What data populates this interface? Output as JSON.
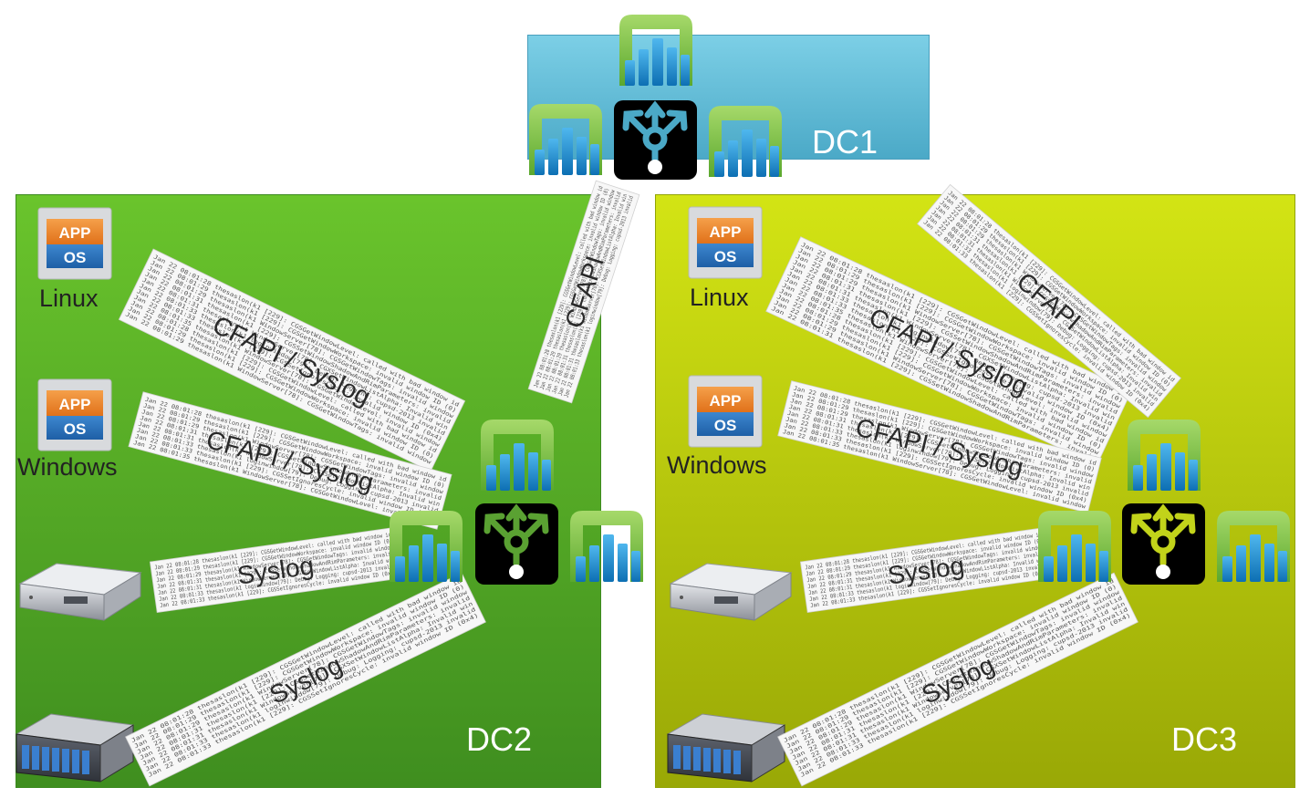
{
  "diagram": {
    "datacenters": {
      "dc1": {
        "label": "DC1"
      },
      "dc2": {
        "label": "DC2"
      },
      "dc3": {
        "label": "DC3"
      }
    },
    "sources": {
      "linux": {
        "app": "APP",
        "os": "OS",
        "label": "Linux"
      },
      "windows": {
        "app": "APP",
        "os": "OS",
        "label": "Windows"
      }
    },
    "streams": {
      "cfapi_syslog": "CFAPI / Syslog",
      "syslog": "Syslog",
      "cfapi": "CFAPI"
    },
    "log_sample_lines": [
      "Jan 22 08:01:28 thesaslon(k1 [229]: CGSGetWindowLevel: called with bad window id",
      "Jan 22 08:01:29 thesaslon(k1 [229]: CGSGetWindowWorkspace: invalid window ID (0)",
      "Jan 22 08:01:29 thesaslon(k1 WindowServer[78]: CGSGetWindowTags: invalid window",
      "Jan 22 08:01:31 thesaslon(k1 [229]: CGSSetWindowShadowAndRimParameters: invalid",
      "Jan 22 08:01:31 thesaslon(k1 WindowServer[78]: CGXSetWindowListAlpha: Invalid win",
      "Jan 22 08:01:33 thesaslon(k1 loginwindow[79]: Debug: Logging: cupsd-2013 invalid",
      "Jan 22 08:01:33 thesaslon(k1 [229]: CGSSetIgnoresCycle: invalid window ID (0x4)",
      "Jan 22 08:01:35 thesaslon(k1 WindowServer[78]: CGSGetWindowLevel: invalid window"
    ],
    "colors": {
      "dc1_fill": "#6fc3de",
      "dc2_fill": "#5cb528",
      "dc3_fill": "#c5d60f",
      "hub_dc1": "#4ba9c7",
      "hub_dc2": "#5aa132",
      "hub_dc3": "#c2d31a",
      "collector_green": "#7cc142",
      "collector_blue": "#1e8fd3"
    },
    "icons": {
      "collector": "bar-chart-icon",
      "hub": "router-hub-icon",
      "app_os": "app-os-vm-icon",
      "rack_server": "rack-server-icon",
      "storage_array": "storage-array-icon"
    }
  }
}
